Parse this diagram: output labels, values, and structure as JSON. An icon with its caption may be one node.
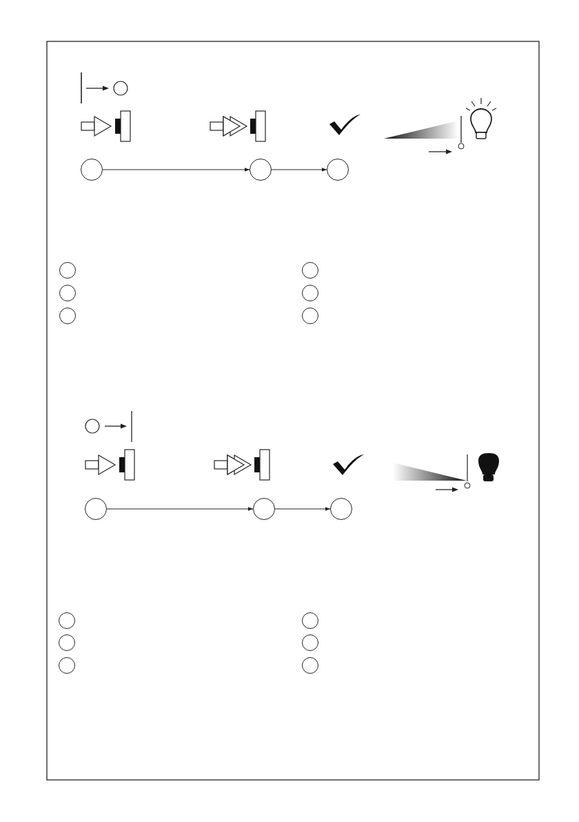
{
  "diagram": {
    "nodes": [
      {
        "text": [],
        "shape": "circle"
      },
      {
        "text": [],
        "shape": "circle"
      },
      {
        "text": [],
        "shape": "circle"
      },
      {
        "text": [],
        "shape": "circle"
      },
      {
        "text": [],
        "shape": "circle"
      },
      {
        "text": [],
        "shape": "circle"
      },
      {
        "text": [],
        "shape": "circle"
      },
      {
        "text": [],
        "shape": "circle"
      },
      {
        "text": [],
        "shape": "circle"
      },
      {
        "text": [],
        "shape": "circle"
      },
      {
        "text": [],
        "shape": "circle"
      },
      {
        "text": [],
        "shape": "circle"
      },
      {
        "text": [],
        "shape": "circle"
      },
      {
        "text": [],
        "shape": "circle"
      },
      {
        "text": [],
        "shape": "circle"
      },
      {
        "text": [],
        "shape": "circle"
      },
      {
        "text": [],
        "shape": "circle"
      },
      {
        "text": [],
        "shape": "circle"
      }
    ],
    "edges": [
      {
        "from": 0,
        "to": 1,
        "arrow": "to"
      },
      {
        "from": 1,
        "to": 2,
        "arrow": "to"
      },
      {
        "from": 9,
        "to": 10,
        "arrow": "to"
      },
      {
        "from": 10,
        "to": 11,
        "arrow": "to"
      }
    ]
  }
}
